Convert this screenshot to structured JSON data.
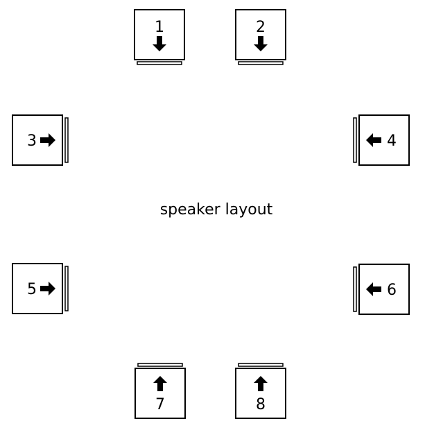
{
  "diagram": {
    "title": "speaker layout",
    "speakers": [
      {
        "label": "1",
        "facing": "down"
      },
      {
        "label": "2",
        "facing": "down"
      },
      {
        "label": "3",
        "facing": "right"
      },
      {
        "label": "4",
        "facing": "left"
      },
      {
        "label": "5",
        "facing": "right"
      },
      {
        "label": "6",
        "facing": "left"
      },
      {
        "label": "7",
        "facing": "up"
      },
      {
        "label": "8",
        "facing": "up"
      }
    ]
  },
  "colors": {
    "stroke": "#000000",
    "background": "#ffffff"
  }
}
